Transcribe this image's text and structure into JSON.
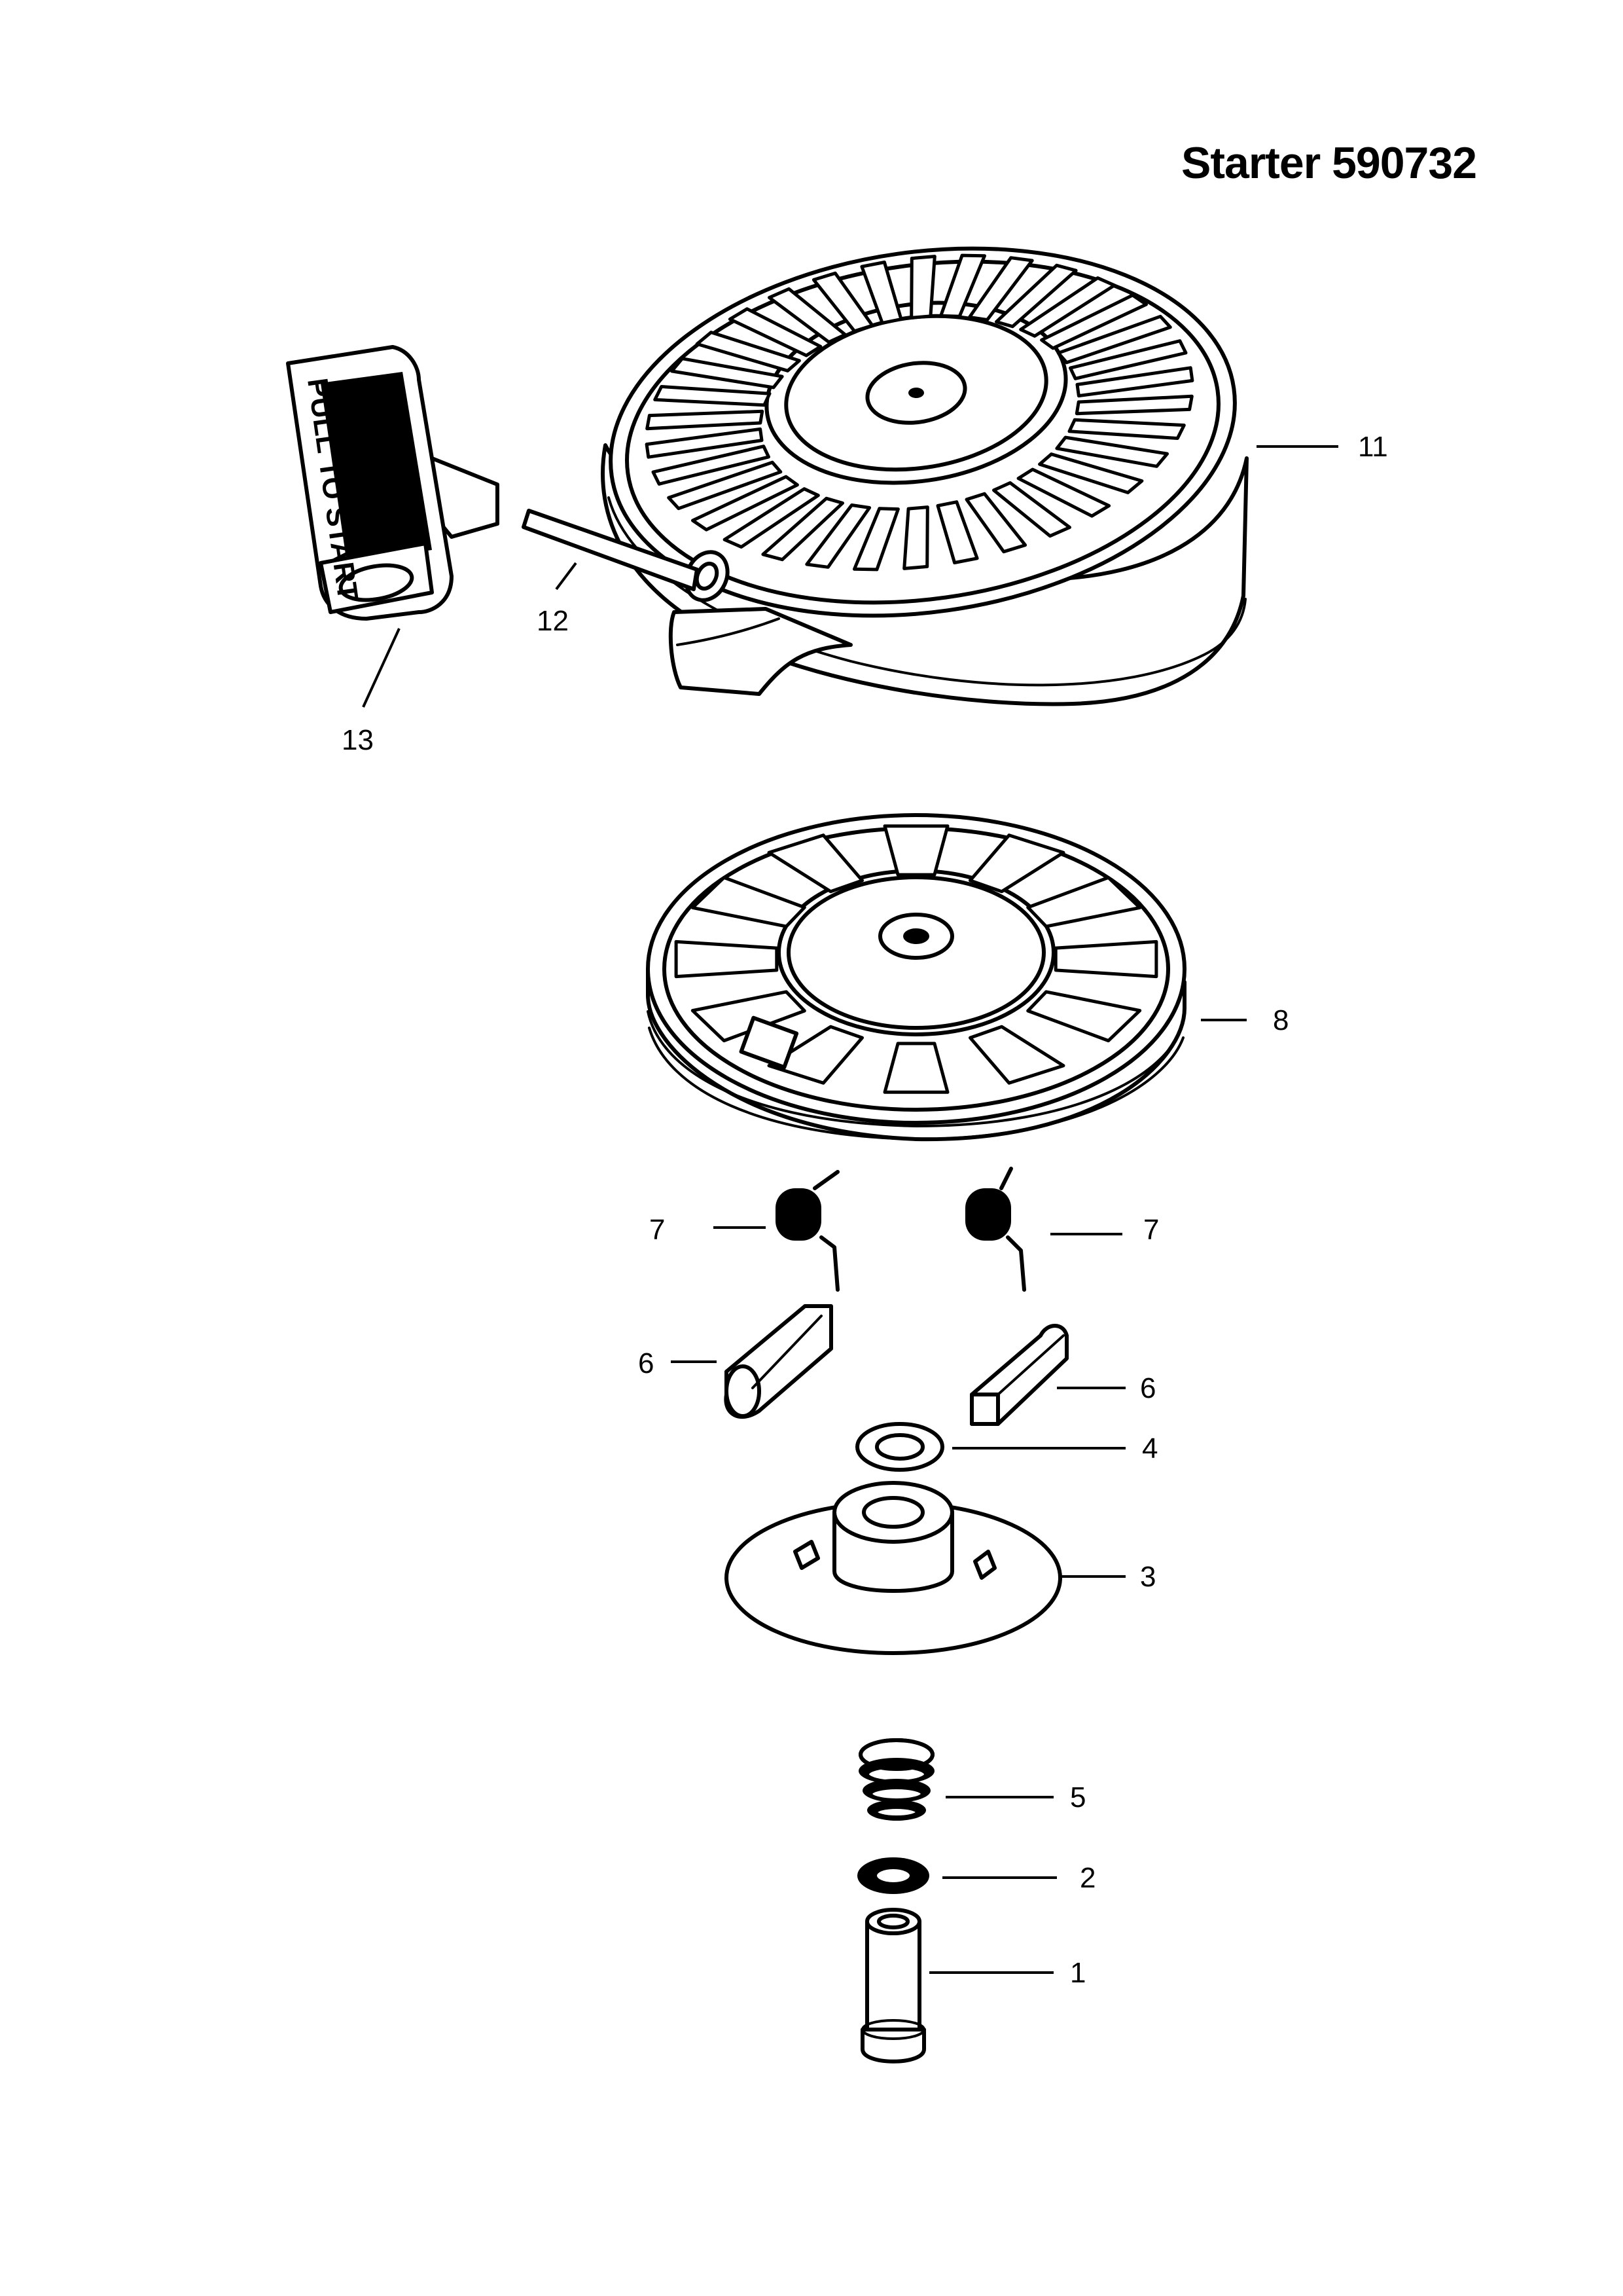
{
  "title": "Starter 590732",
  "colors": {
    "ink": "#000000",
    "paper": "#ffffff"
  },
  "callouts": [
    {
      "id": "11",
      "label": "11",
      "part": "starter-housing"
    },
    {
      "id": "12",
      "label": "12",
      "part": "starter-rope"
    },
    {
      "id": "13",
      "label": "13",
      "part": "rope-handle"
    },
    {
      "id": "8",
      "label": "8",
      "part": "pulley"
    },
    {
      "id": "7a",
      "label": "7",
      "part": "pawl-spring-left"
    },
    {
      "id": "7b",
      "label": "7",
      "part": "pawl-spring-right"
    },
    {
      "id": "6a",
      "label": "6",
      "part": "pawl-left"
    },
    {
      "id": "6b",
      "label": "6",
      "part": "pawl-right"
    },
    {
      "id": "4",
      "label": "4",
      "part": "washer"
    },
    {
      "id": "3",
      "label": "3",
      "part": "retainer-plate"
    },
    {
      "id": "5",
      "label": "5",
      "part": "spring"
    },
    {
      "id": "2",
      "label": "2",
      "part": "washer-small"
    },
    {
      "id": "1",
      "label": "1",
      "part": "shaft-sleeve"
    }
  ],
  "handle_text": "PULL TO START"
}
